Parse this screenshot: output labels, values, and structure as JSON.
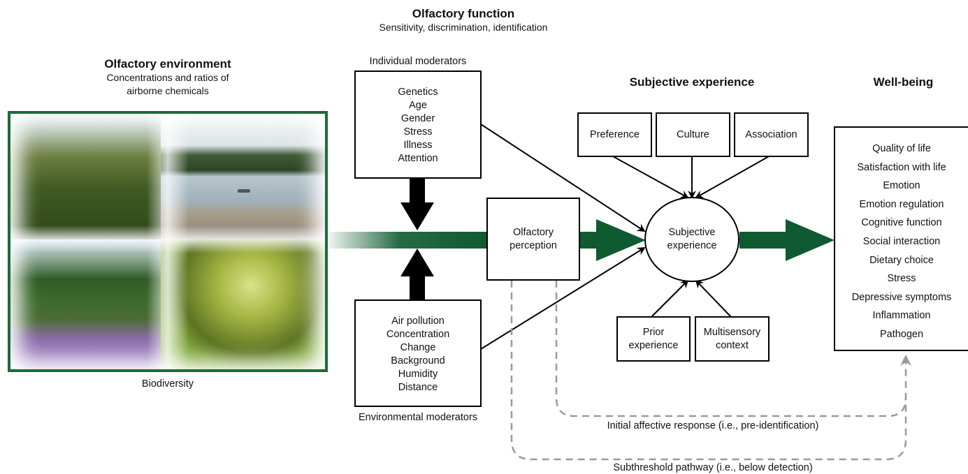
{
  "header": {
    "title": "Olfactory function",
    "subtitle": "Sensitivity, discrimination, identification"
  },
  "environment": {
    "title": "Olfactory environment",
    "subtitle_line1": "Concentrations and ratios of",
    "subtitle_line2": "airborne chemicals",
    "caption": "Biodiversity"
  },
  "individual_moderators": {
    "label": "Individual moderators",
    "items": [
      "Genetics",
      "Age",
      "Gender",
      "Stress",
      "Illness",
      "Attention"
    ]
  },
  "environmental_moderators": {
    "label": "Environmental moderators",
    "items": [
      "Air pollution",
      "Concentration",
      "Change",
      "Background",
      "Humidity",
      "Distance"
    ]
  },
  "perception": {
    "line1": "Olfactory",
    "line2": "perception"
  },
  "subjective": {
    "title": "Subjective experience",
    "node_line1": "Subjective",
    "node_line2": "experience",
    "top_boxes": [
      "Preference",
      "Culture",
      "Association"
    ],
    "prior_line1": "Prior",
    "prior_line2": "experience",
    "multi_line1": "Multisensory",
    "multi_line2": "context"
  },
  "wellbeing": {
    "title": "Well-being",
    "items": [
      "Quality of life",
      "Satisfaction with life",
      "Emotion",
      "Emotion regulation",
      "Cognitive function",
      "Social interaction",
      "Dietary choice",
      "Stress",
      "Depressive symptoms",
      "Inflammation",
      "Pathogen"
    ]
  },
  "pathways": {
    "initial": "Initial affective response (i.e., pre-identification)",
    "subthreshold": "Subthreshold pathway (i.e., below detection)"
  },
  "colors": {
    "dark_green": "#0f5a30",
    "frame_green": "#1c6b3a",
    "dashed_gray": "#9a9a9a"
  }
}
